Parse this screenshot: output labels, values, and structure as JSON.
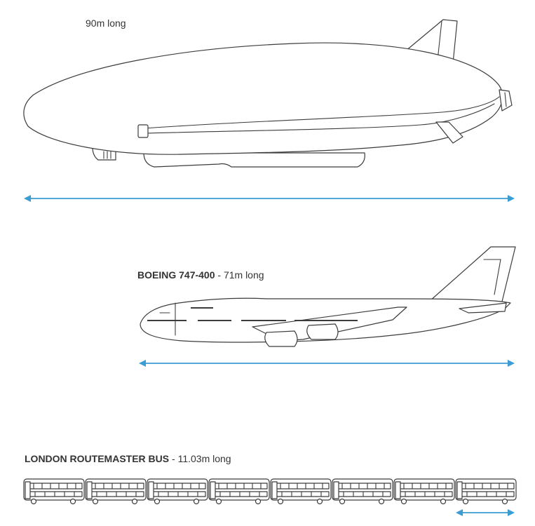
{
  "airship": {
    "length_text": "90m long",
    "length_m": 90
  },
  "boeing": {
    "name": "BOEING 747-400",
    "length_text": "- 71m long",
    "length_m": 71
  },
  "bus": {
    "name": "LONDON ROUTEMASTER BUS",
    "length_text": "- 11.03m long",
    "length_m": 11.03,
    "count": 8
  },
  "colors": {
    "arrow": "#3b9dd3",
    "outline": "#3c3c3c",
    "text": "#333333"
  }
}
